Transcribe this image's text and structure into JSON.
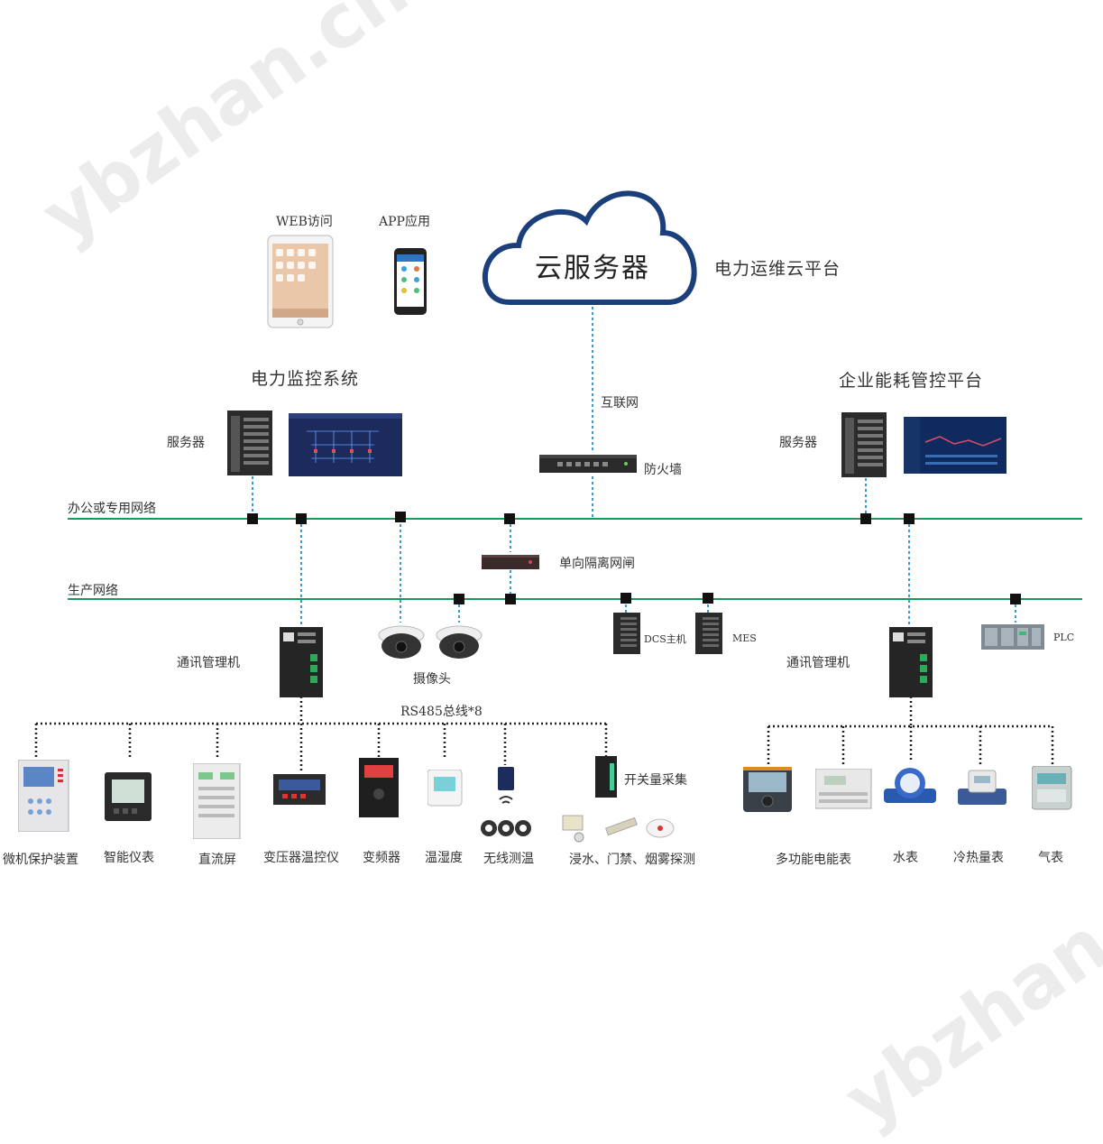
{
  "watermarks": [
    "ybzhan.cn",
    "ybzhan.cn"
  ],
  "cloud": {
    "label": "云服务器",
    "platform": "电力运维云平台"
  },
  "access": {
    "web": "WEB访问",
    "app": "APP应用"
  },
  "systems": {
    "monitor": "电力监控系统",
    "energy": "企业能耗管控平台"
  },
  "servers": {
    "left": "服务器",
    "right": "服务器"
  },
  "internet": "互联网",
  "firewall": "防火墙",
  "networks": {
    "office": "办公或专用网络",
    "production": "生产网络"
  },
  "isolation": "单向隔离网闸",
  "equipment": {
    "dcs": "DCS主机",
    "mes": "MES",
    "plc": "PLC",
    "camera": "摄像头",
    "comm_left": "通讯管理机",
    "comm_right": "通讯管理机",
    "bus": "RS485总线*8",
    "switch_collect": "开关量采集"
  },
  "left_devices": [
    "微机保护装置",
    "智能仪表",
    "直流屏",
    "变压器温控仪",
    "变频器",
    "温湿度",
    "无线测温",
    "浸水、门禁、烟雾探测"
  ],
  "right_devices": [
    "多功能电能表",
    "水表",
    "冷热量表",
    "气表"
  ],
  "colors": {
    "network_line": "#1a9a5a",
    "dotted": "#3a9ad0",
    "cloud": "#1a3f7a"
  }
}
